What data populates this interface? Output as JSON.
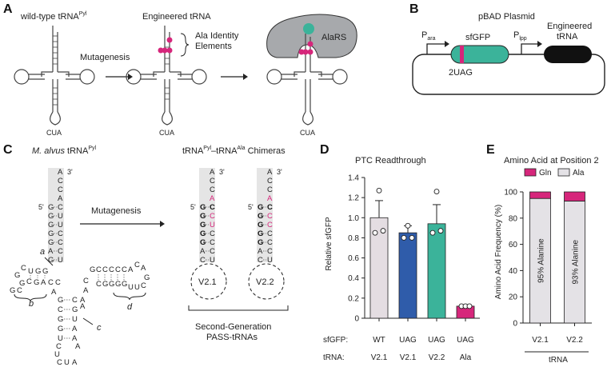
{
  "panels": {
    "A": {
      "letter": "A",
      "wt_label": "wild-type tRNA",
      "wt_sup": "Pyl",
      "eng_label": "Engineered tRNA",
      "mutagenesis": "Mutagenesis",
      "ala_identity_1": "Ala Identity",
      "ala_identity_2": "Elements",
      "alars": "AlaRS",
      "cua_1": "CUA",
      "cua_2": "CUA",
      "cua_3": "CUA"
    },
    "B": {
      "letter": "B",
      "plasmid": "pBAD Plasmid",
      "para": "P",
      "para_sub": "ara",
      "plpp": "P",
      "plpp_sub": "lpp",
      "sfgfp": "sfGFP",
      "uag": "2UAG",
      "eng_1": "Engineered",
      "eng_2": "tRNA"
    },
    "C": {
      "letter": "C",
      "organism": "M. alvus",
      "trna": "tRNA",
      "trna_sup": "Pyl",
      "mutagenesis": "Mutagenesis",
      "chimera_title": "tRNA",
      "chimera_sup1": "Pyl",
      "chimera_mid": "–tRNA",
      "chimera_sup2": "Ala",
      "chimera_end": " Chimeras",
      "v21": "V2.1",
      "v22": "V2.2",
      "second_gen_1": "Second-Generation",
      "second_gen_2": "PASS-tRNAs",
      "a": "a",
      "b": "b",
      "c": "c",
      "d": "d",
      "three_prime": "3'",
      "five_prime": "5'"
    },
    "D": {
      "letter": "D",
      "sfgfp_row_label": "sfGFP:",
      "trna_row_label": "tRNA:",
      "sfgfp_row": [
        "WT",
        "UAG",
        "UAG",
        "UAG"
      ],
      "trna_row": [
        "V2.1",
        "V2.1",
        "V2.2",
        "Ala"
      ]
    },
    "E": {
      "letter": "E",
      "bar_text": [
        "95% Alanine",
        "93% Alanine"
      ],
      "x_group_label": "tRNA"
    }
  },
  "chart_data": [
    {
      "type": "bar",
      "title": "PTC Readthrough",
      "ylabel": "Relative sfGFP",
      "xlabel": "",
      "ylim": [
        0,
        1.4
      ],
      "yticks": [
        0,
        0.2,
        0.4,
        0.6,
        0.8,
        1.0,
        1.2,
        1.4
      ],
      "ytick_labels": [
        "0",
        "0.2",
        "0.4",
        "0.6",
        "0.8",
        "1.0",
        "1.2",
        "1.4"
      ],
      "categories": [
        "WT / V2.1",
        "UAG / V2.1",
        "UAG / V2.2",
        "UAG / Ala"
      ],
      "values": [
        1.0,
        0.85,
        0.94,
        0.12
      ],
      "errors": [
        0.17,
        0.07,
        0.19,
        0.01
      ],
      "points": [
        [
          0.85,
          1.27,
          0.87
        ],
        [
          0.8,
          0.92,
          0.8
        ],
        [
          0.85,
          1.26,
          0.87
        ],
        [
          0.12,
          0.12,
          0.12
        ]
      ],
      "colors": [
        "#e4dde2",
        "#2f5caa",
        "#3bb39a",
        "#d6267b"
      ]
    },
    {
      "type": "bar",
      "title": "Amino Acid at Position 2",
      "ylabel": "Amino Acid Frequency (%)",
      "xlabel": "tRNA",
      "ylim": [
        0,
        100
      ],
      "yticks": [
        0,
        20,
        40,
        60,
        80,
        100
      ],
      "ytick_labels": [
        "0",
        "20",
        "40",
        "60",
        "80",
        "100"
      ],
      "categories": [
        "V2.1",
        "V2.2"
      ],
      "series": [
        {
          "name": "Ala",
          "values": [
            95,
            93
          ],
          "color": "#e4e2e6"
        },
        {
          "name": "Gln",
          "values": [
            5,
            7
          ],
          "color": "#d6267b"
        }
      ],
      "legend": "top"
    }
  ]
}
